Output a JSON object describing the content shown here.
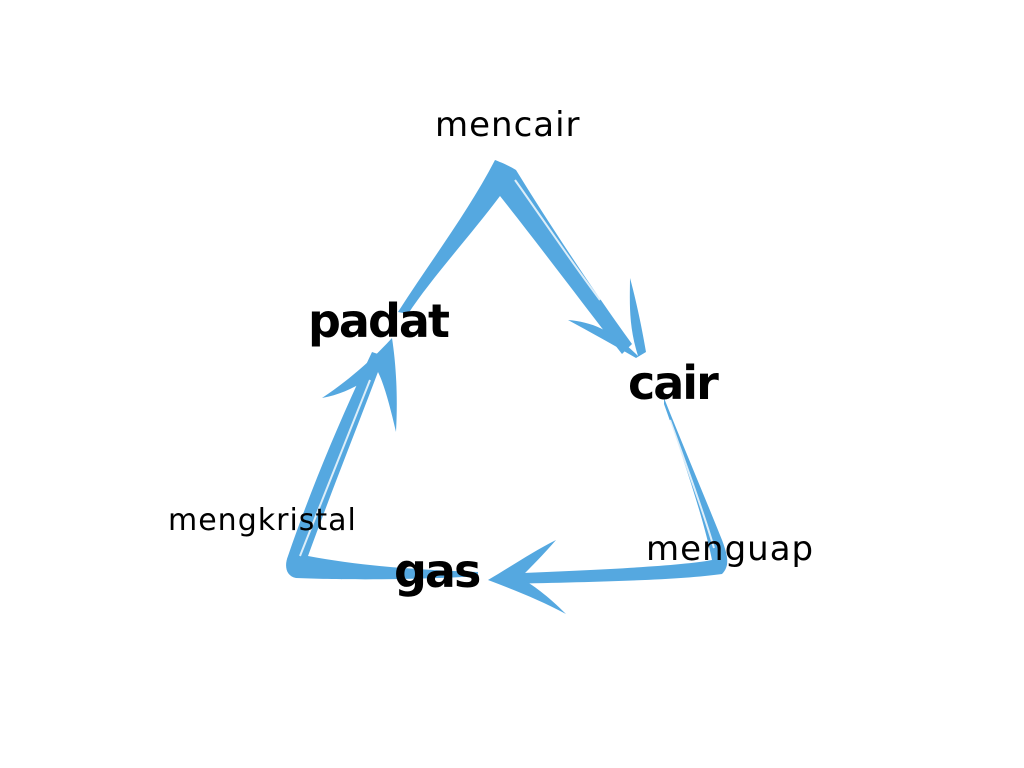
{
  "diagram": {
    "states": {
      "solid": "padat",
      "liquid": "cair",
      "gas": "gas"
    },
    "processes": {
      "solid_to_liquid": "mencair",
      "liquid_to_gas": "menguap",
      "gas_to_solid": "mengkristal"
    },
    "arrow_color": "#55a8e0",
    "arrow_highlight_color": "#ffffff"
  }
}
